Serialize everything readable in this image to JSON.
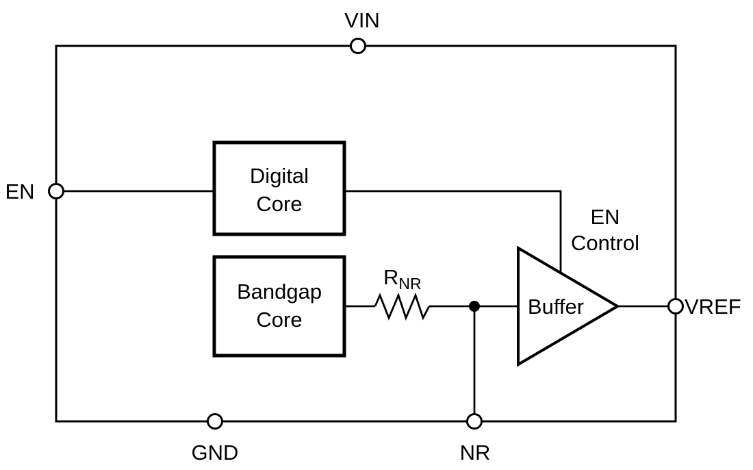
{
  "diagram": {
    "colors": {
      "stroke": "#000000",
      "background": "#ffffff"
    },
    "pins": {
      "vin": {
        "label": "VIN"
      },
      "en": {
        "label": "EN"
      },
      "gnd": {
        "label": "GND"
      },
      "nr": {
        "label": "NR"
      },
      "vref": {
        "label": "VREF"
      }
    },
    "blocks": {
      "digital_core": {
        "line1": "Digital",
        "line2": "Core"
      },
      "bandgap_core": {
        "line1": "Bandgap",
        "line2": "Core"
      },
      "buffer": {
        "label": "Buffer"
      }
    },
    "annotations": {
      "en_control": {
        "line1": "EN",
        "line2": "Control"
      },
      "resistor": {
        "name": "R",
        "subscript": "NR"
      }
    }
  }
}
